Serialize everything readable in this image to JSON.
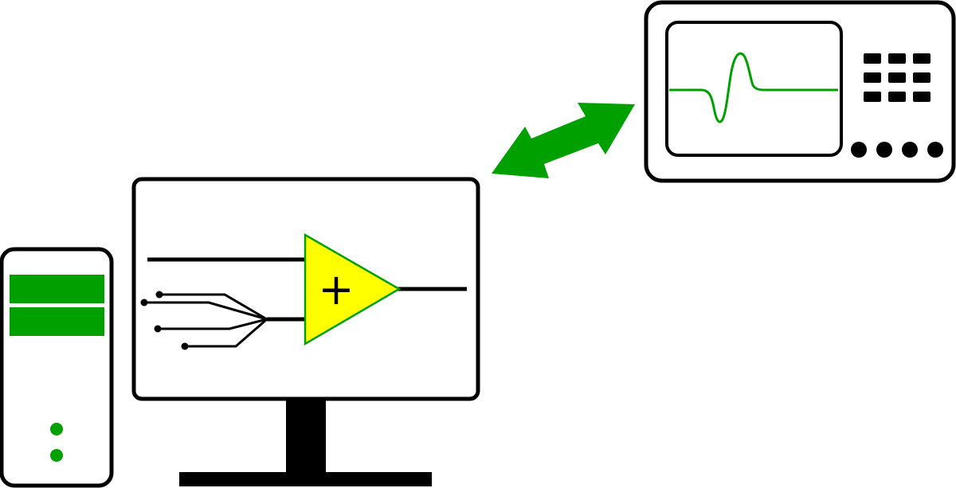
{
  "colors": {
    "outline": "#000000",
    "accent_green": "#00a000",
    "amplifier_fill": "#ffff00",
    "amplifier_stroke": "#00a000",
    "background": "#ffffff"
  },
  "icons": {
    "computer_tower": "computer-tower-icon",
    "monitor": "monitor-icon",
    "amplifier": "summing-amplifier-symbol",
    "arrow": "bidirectional-arrow-icon",
    "instrument": "oscilloscope-icon"
  },
  "amplifier": {
    "symbol": "+"
  },
  "instrument": {
    "keypad_rows": 3,
    "keypad_cols": 3,
    "knob_count": 4
  }
}
